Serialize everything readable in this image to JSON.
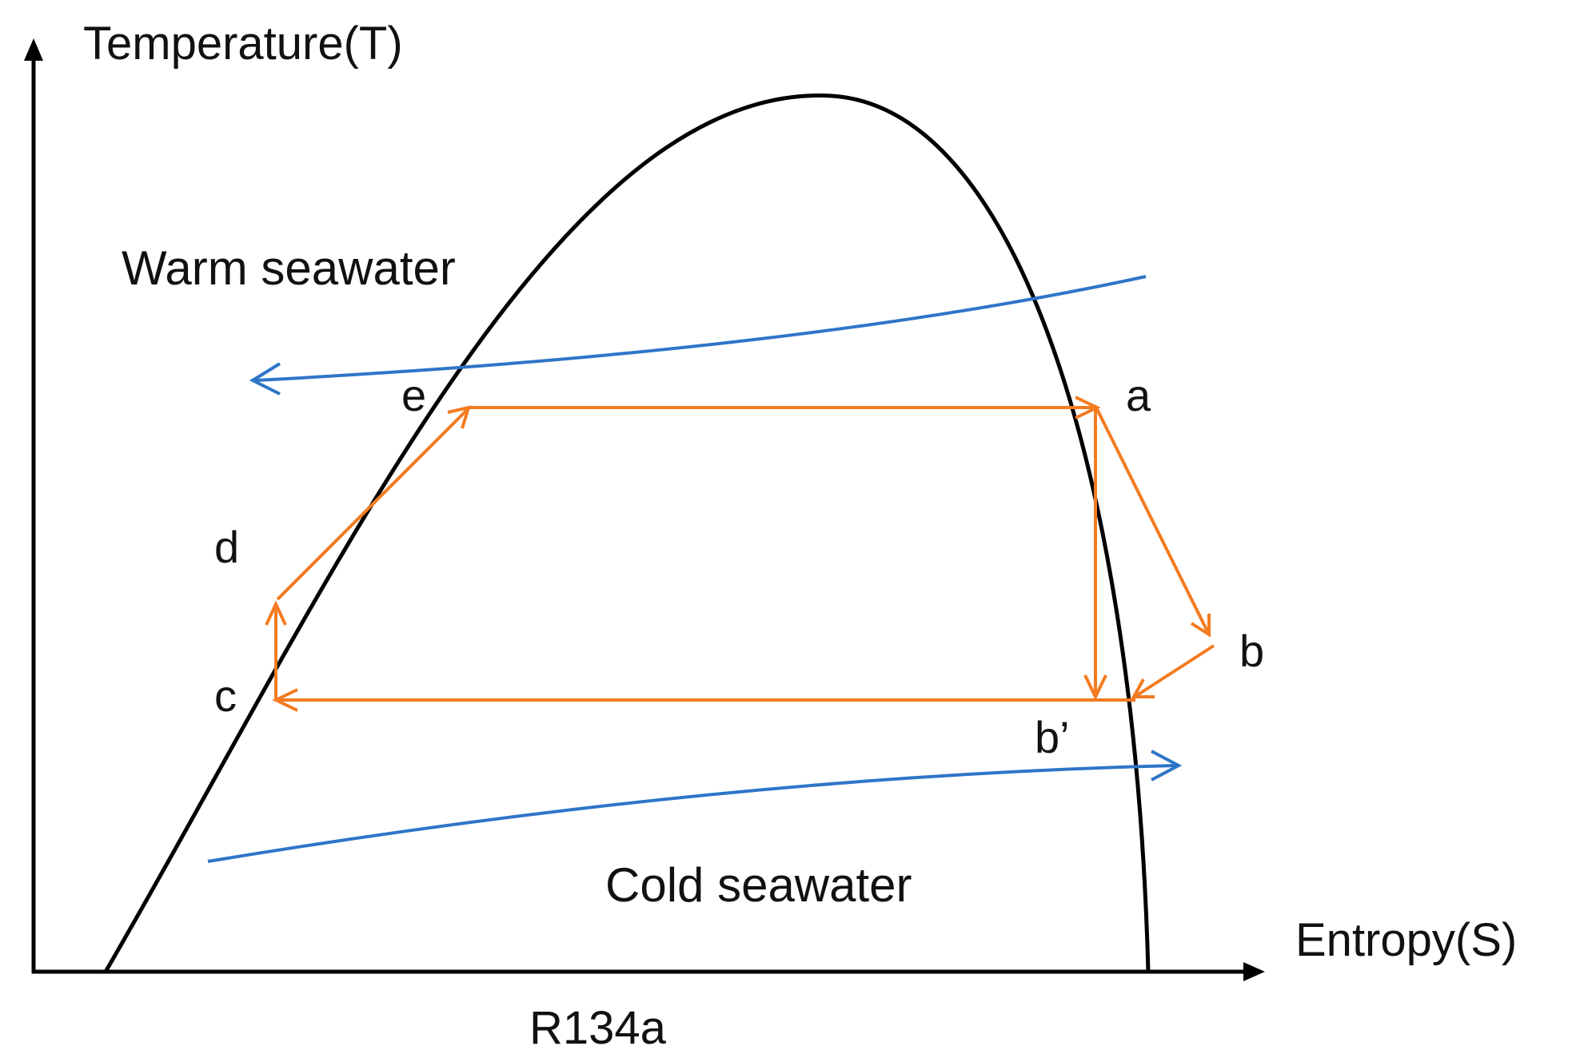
{
  "axes": {
    "y_label": "Temperature(T)",
    "x_label": "Entropy(S)"
  },
  "fluid": "R134a",
  "streams": {
    "warm": "Warm seawater",
    "cold": "Cold seawater"
  },
  "points": {
    "a": "a",
    "b": "b",
    "b_prime": "b’",
    "c": "c",
    "d": "d",
    "e": "e"
  },
  "colors": {
    "axis": "#000000",
    "dome": "#000000",
    "cycle": "#f47b20",
    "seawater": "#2e75c8"
  }
}
